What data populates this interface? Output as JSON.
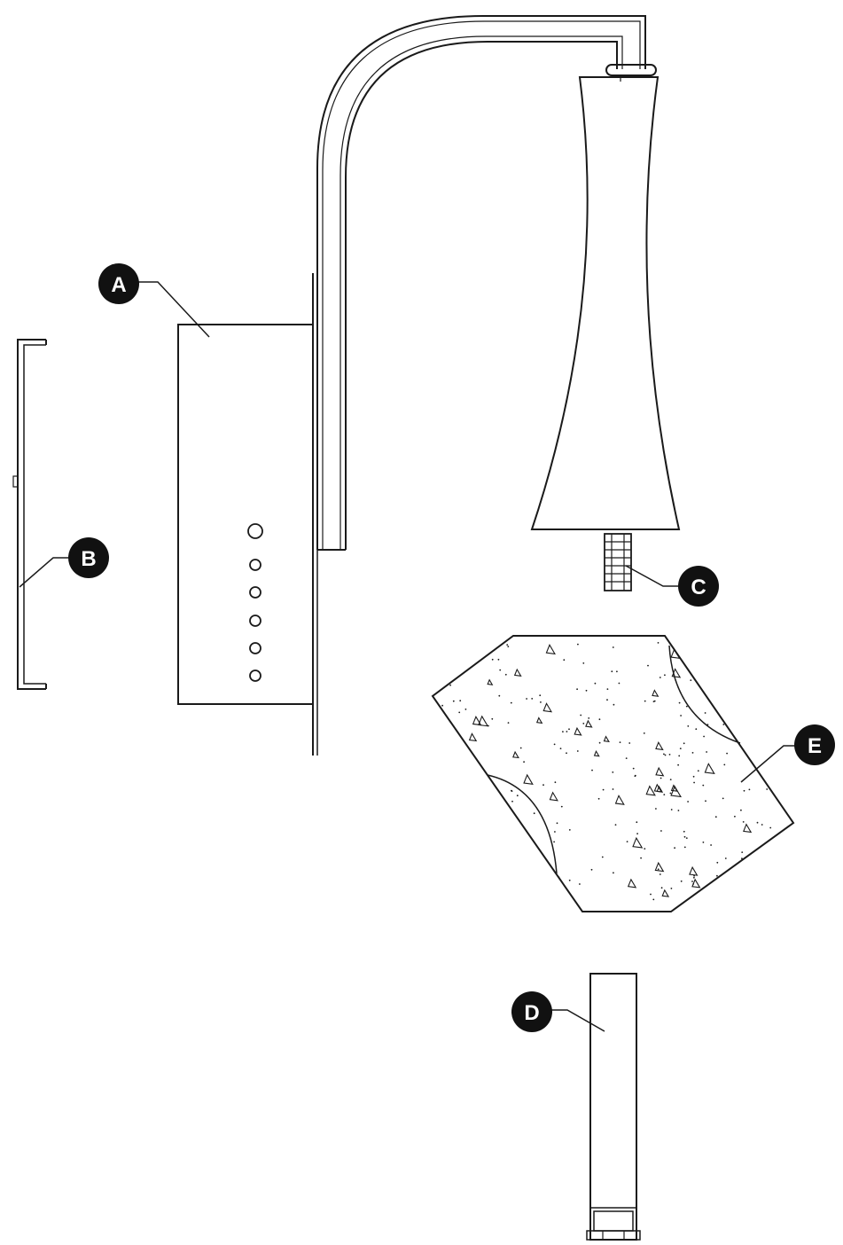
{
  "diagram": {
    "colors": {
      "ink": "#1a1a1a",
      "badge": "#111111",
      "badge_text": "#ffffff",
      "paper": "#ffffff"
    },
    "parts": {
      "a": {
        "label": "A",
        "icon": "wall-mount-box-icon"
      },
      "b": {
        "label": "B",
        "icon": "mounting-bracket-icon"
      },
      "c": {
        "label": "C",
        "icon": "threaded-nipple-icon"
      },
      "d": {
        "label": "D",
        "icon": "lamp-tube-icon"
      },
      "e": {
        "label": "E",
        "icon": "glass-diffuser-icon"
      }
    },
    "fixture": {
      "icon": "lamp-arm-and-shade-icon"
    }
  }
}
